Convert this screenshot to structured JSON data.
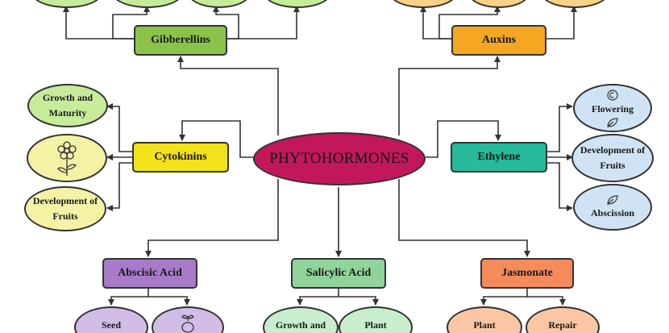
{
  "center": {
    "label": "PHYTOHORMONES"
  },
  "hormones": {
    "gibberellins": {
      "label": "Gibberellins"
    },
    "auxins": {
      "label": "Auxins"
    },
    "cytokinins": {
      "label": "Cytokinins",
      "effects": [
        "Growth and Maturity",
        "",
        "Development of Fruits"
      ]
    },
    "ethylene": {
      "label": "Ethylene",
      "effects": [
        "Flowering",
        "Development of Fruits",
        "Abscission"
      ]
    },
    "abscisic_acid": {
      "label": "Abscisic Acid",
      "effects": [
        "Seed",
        ""
      ]
    },
    "salicylic_acid": {
      "label": "Salicylic Acid",
      "effects": [
        "Growth and",
        "Plant"
      ]
    },
    "jasmonate": {
      "label": "Jasmonate",
      "effects": [
        "Plant",
        "Repair"
      ]
    }
  },
  "icons": [
    "flower-icon",
    "seed-icon",
    "leaf-icon",
    "sun-icon"
  ],
  "colors": {
    "center": "#c2185b",
    "gibberellins": "#8bc34a",
    "auxins": "#f5a623",
    "cytokinins": "#f2e21c",
    "ethylene": "#26b99a",
    "abscisic_acid": "#a77bc9",
    "salicylic_acid": "#8fd49a",
    "jasmonate": "#f58a5b"
  }
}
